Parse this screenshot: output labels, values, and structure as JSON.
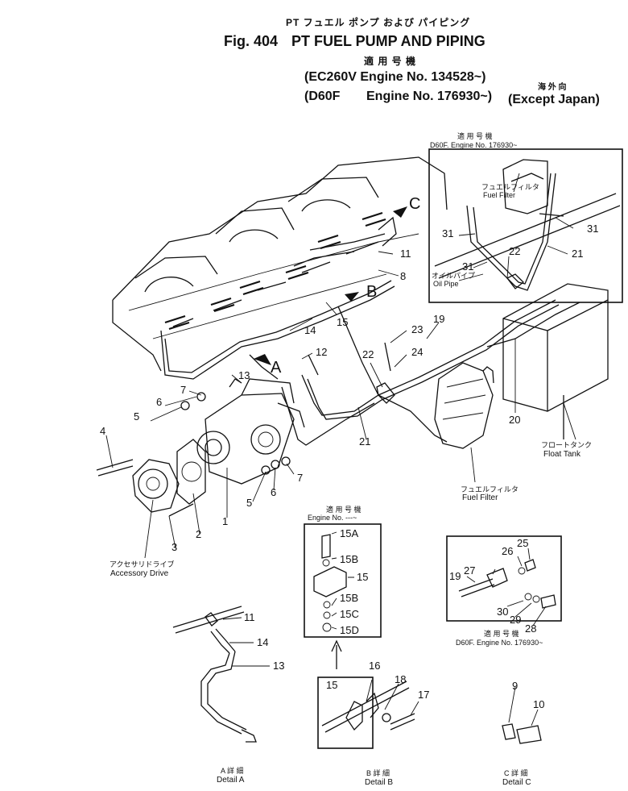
{
  "header": {
    "title_jp": "PT フュエル ポンプ および パイピング",
    "fig_label": "Fig. 404",
    "title_en": "PT FUEL PUMP AND PIPING",
    "applicable_jp": "適 用 号 機",
    "line1": "(EC260V  Engine  No. 134528~)",
    "overseas_jp": "海 外 向",
    "line2_model": "(D60F",
    "line2_engine": "Engine  No. 176930~)",
    "line2_except": "(Except  Japan)"
  },
  "callouts": {
    "A": "A",
    "B": "B",
    "C": "C",
    "n1": "1",
    "n2": "2",
    "n3": "3",
    "n4": "4",
    "n5a": "5",
    "n5b": "5",
    "n6a": "6",
    "n6b": "6",
    "n7a": "7",
    "n7b": "7",
    "n8": "8",
    "n11": "11",
    "n12": "12",
    "n13": "13",
    "n14": "14",
    "n15": "15",
    "n19": "19",
    "n20": "20",
    "n21": "21",
    "n22": "22",
    "n23": "23",
    "n24": "24",
    "inset_n31a": "31",
    "inset_n31b": "31",
    "inset_n31c": "31",
    "inset_n21": "21",
    "inset_n22": "22",
    "d15_15A": "15A",
    "d15_15B1": "15B",
    "d15_15": "15",
    "d15_15B2": "15B",
    "d15_15C": "15C",
    "d15_15D": "15D",
    "dr_19": "19",
    "dr_27": "27",
    "dr_26": "26",
    "dr_25": "25",
    "dr_30": "30",
    "dr_29": "29",
    "dr_28": "28",
    "da_11": "11",
    "da_14": "14",
    "da_13": "13",
    "db_15": "15",
    "db_16": "16",
    "db_18": "18",
    "db_17": "17",
    "dc_9": "9",
    "dc_10": "10"
  },
  "labels": {
    "inset_top_jp": "適 用 号 機",
    "inset_top_en": "D60F. Engine No. 176930~",
    "fuel_filter_jp_inset": "フュエルフィルタ",
    "fuel_filter_en_inset": "Fuel Filter",
    "oil_pipe_jp": "オイルパイプ",
    "oil_pipe_en": "Oil Pipe",
    "float_tank_jp": "フロートタンク",
    "float_tank_en": "Float Tank",
    "fuel_filter_jp": "フュエルフィルタ",
    "fuel_filter_en": "Fuel Filter",
    "accessory_jp": "アクセサリドライブ",
    "accessory_en": "Accessory Drive",
    "d15_top_jp": "適 用 号 機",
    "d15_top_en": "Engine No.  ---~",
    "dr_bottom_jp": "適 用 号 機",
    "dr_bottom_en": "D60F. Engine No. 176930~",
    "detail_a_jp": "A 詳 細",
    "detail_a_en": "Detail A",
    "detail_b_jp": "B 詳 細",
    "detail_b_en": "Detail B",
    "detail_c_jp": "C 詳 細",
    "detail_c_en": "Detail C"
  }
}
